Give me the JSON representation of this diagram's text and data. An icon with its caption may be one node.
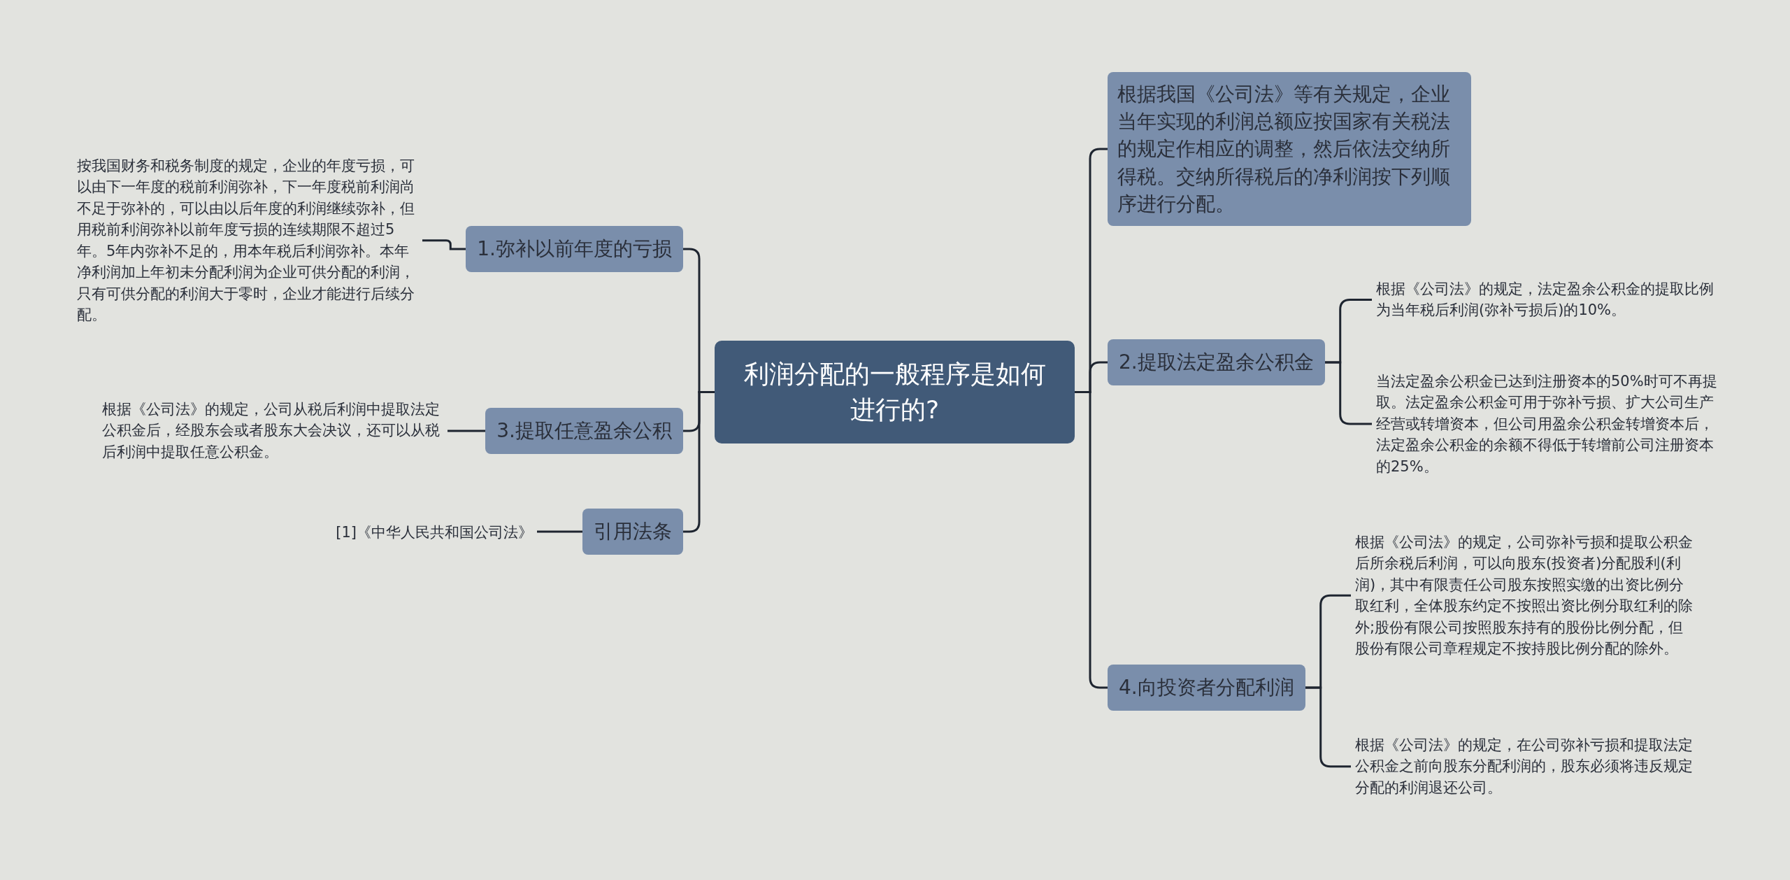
{
  "diagram": {
    "nodes": [
      {
        "text": [
          "利润分配的一般程序是如何进行的?"
        ]
      },
      {
        "text": [
          "根据我国《公司法》等有关规定，企业当年实现的利润总额应按国家有关税法的规定作相应的调整，然后依法交纳所得税。交纳所得税后的净利润按下列顺序进行分配。"
        ]
      },
      {
        "text": [
          "2.提取法定盈余公积金"
        ]
      },
      {
        "text": [
          "根据《公司法》的规定，法定盈余公积金的提取比例为当年税后利润(弥补亏损后)的10%。"
        ]
      },
      {
        "text": [
          "当法定盈余公积金已达到注册资本的50%时可不再提取。法定盈余公积金可用于弥补亏损、扩大公司生产经营或转增资本，但公司用盈余公积金转增资本后，法定盈余公积金的余额不得低于转增前公司注册资本的25%。"
        ]
      },
      {
        "text": [
          "4.向投资者分配利润"
        ]
      },
      {
        "text": [
          "根据《公司法》的规定，公司弥补亏损和提取公积金后所余税后利润，可以向股东(投资者)分配股利(利润)，其中有限责任公司股东按照实缴的出资比例分取红利，全体股东约定不按照出资比例分取红利的除外;股份有限公司按照股东持有的股份比例分配，但股份有限公司章程规定不按持股比例分配的除外。"
        ]
      },
      {
        "text": [
          "根据《公司法》的规定，在公司弥补亏损和提取法定公积金之前向股东分配利润的，股东必须将违反规定分配的利润退还公司。"
        ]
      },
      {
        "text": [
          "1.弥补以前年度的亏损"
        ]
      },
      {
        "text": [
          "按我国财务和税务制度的规定，企业的年度亏损，可以由下一年度的税前利润弥补，下一年度税前利润尚不足于弥补的，可以由以后年度的利润继续弥补，但用税前利润弥补以前年度亏损的连续期限不超过5年。5年内弥补不足的，用本年税后利润弥补。本年净利润加上年初未分配利润为企业可供分配的利润，只有可供分配的利润大于零时，企业才能进行后续分配。"
        ]
      },
      {
        "text": [
          "3.提取任意盈余公积"
        ]
      },
      {
        "text": [
          "根据《公司法》的规定，公司从税后利润中提取法定公积金后，经股东会或者股东大会决议，还可以从税后利润中提取任意公积金。"
        ]
      },
      {
        "text": [
          "引用法条"
        ]
      },
      {
        "text": [
          "[1]《中华人民共和国公司法》"
        ]
      }
    ],
    "edges": [
      {
        "from": 0,
        "to": 1,
        "arrow": "none"
      },
      {
        "from": 0,
        "to": 2,
        "arrow": "none"
      },
      {
        "from": 0,
        "to": 5,
        "arrow": "none"
      },
      {
        "from": 2,
        "to": 3,
        "arrow": "none"
      },
      {
        "from": 2,
        "to": 4,
        "arrow": "none"
      },
      {
        "from": 5,
        "to": 6,
        "arrow": "none"
      },
      {
        "from": 5,
        "to": 7,
        "arrow": "none"
      },
      {
        "from": 0,
        "to": 8,
        "arrow": "none"
      },
      {
        "from": 0,
        "to": 10,
        "arrow": "none"
      },
      {
        "from": 0,
        "to": 12,
        "arrow": "none"
      },
      {
        "from": 8,
        "to": 9,
        "arrow": "none"
      },
      {
        "from": 10,
        "to": 11,
        "arrow": "none"
      },
      {
        "from": 12,
        "to": 13,
        "arrow": "none"
      }
    ]
  }
}
